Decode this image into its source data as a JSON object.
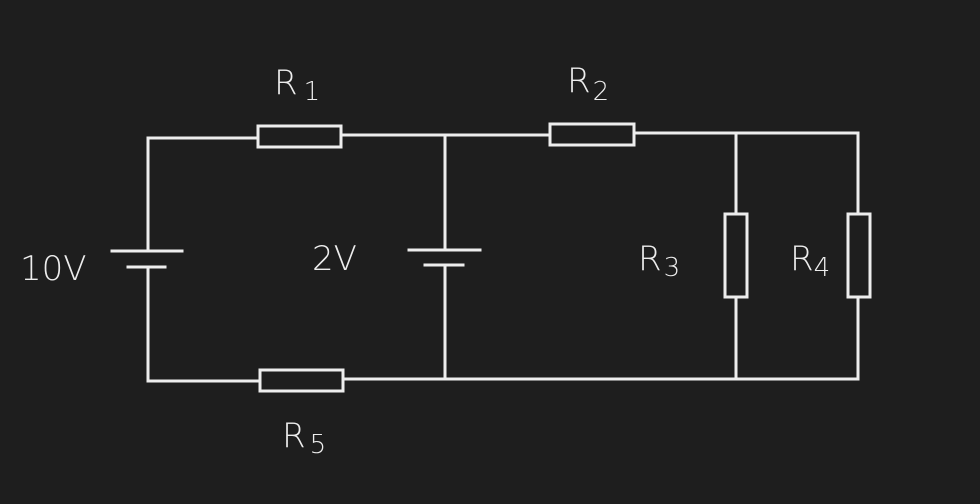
{
  "diagram": {
    "background": "#1e1e1e",
    "stroke_color": "#ededed",
    "sources": [
      {
        "id": "source-1",
        "label": "10V"
      },
      {
        "id": "source-2",
        "label": "2V"
      }
    ],
    "resistors": [
      {
        "id": "r1",
        "letter": "R",
        "index": "1"
      },
      {
        "id": "r2",
        "letter": "R",
        "index": "2"
      },
      {
        "id": "r3",
        "letter": "R",
        "index": "3"
      },
      {
        "id": "r4",
        "letter": "R",
        "index": "4"
      },
      {
        "id": "r5",
        "letter": "R",
        "index": "5"
      }
    ]
  }
}
